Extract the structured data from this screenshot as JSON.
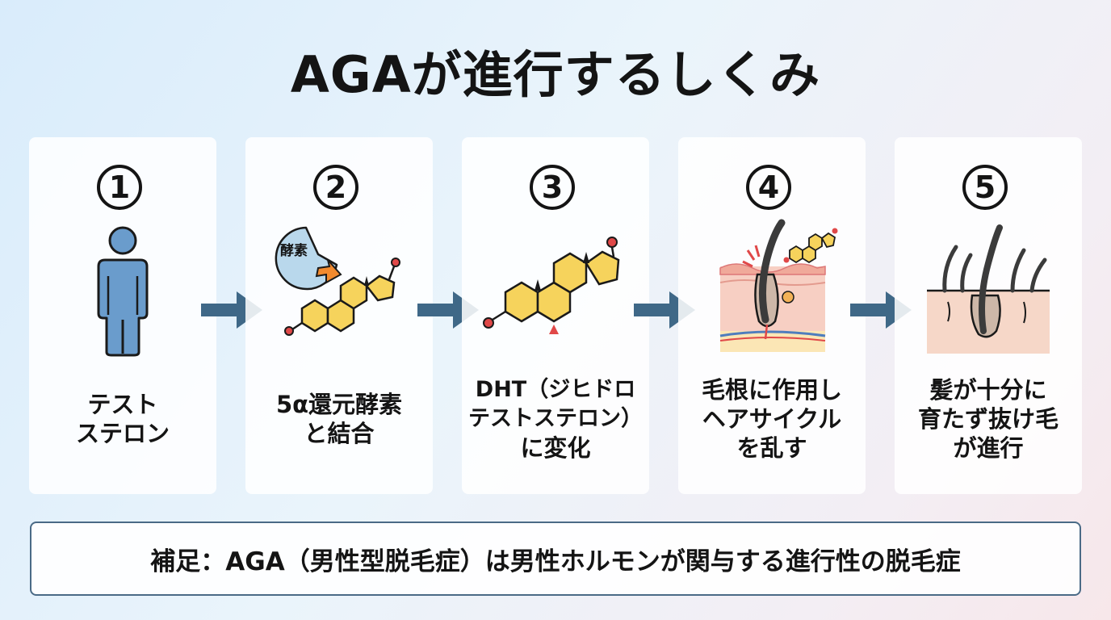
{
  "title": "AGAが進行するしくみ",
  "steps": [
    {
      "number": "1",
      "label_lines": [
        "テスト",
        "ステロン"
      ],
      "icon": "person-icon"
    },
    {
      "number": "2",
      "label_lines": [
        "5α還元酵素",
        "と結合"
      ],
      "badge": "酵素",
      "icon": "enzyme-binding-icon"
    },
    {
      "number": "3",
      "label_lines": [
        "DHT（ジヒドロ",
        "テストステロン）",
        "に変化"
      ],
      "icon": "dht-molecule-icon"
    },
    {
      "number": "4",
      "label_lines": [
        "毛根に作用し",
        "ヘアサイクル",
        "を乱す"
      ],
      "icon": "hair-root-icon"
    },
    {
      "number": "5",
      "label_lines": [
        "髪が十分に",
        "育たず抜け毛",
        "が進行"
      ],
      "icon": "thinning-hair-icon"
    }
  ],
  "note": "補足：AGA（男性型脱毛症）は男性ホルモンが関与する進行性の脱毛症",
  "colors": {
    "arrow": "#3f6887",
    "person": "#6a9ccc",
    "molecule": "#f6d35c",
    "oxygen": "#e04848",
    "enzyme": "#b9d8ec",
    "scalp": "#f6d7c8",
    "hair": "#3b3b3b"
  }
}
